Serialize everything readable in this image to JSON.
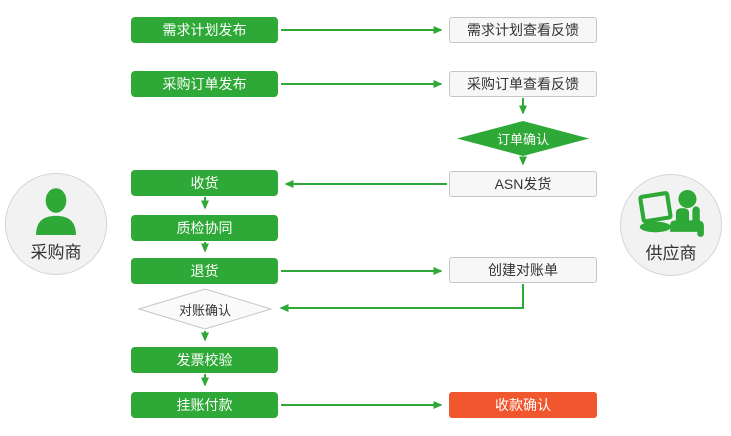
{
  "colors": {
    "green": "#2EA836",
    "red": "#F1572F",
    "box-bg": "#F7F7F7",
    "box-border": "#C6C6C6",
    "text-dark": "#333333",
    "circle-bg": "#F2F2F2",
    "circle-border": "#D5D5D5"
  },
  "actors": {
    "buyer": {
      "label": "采购商"
    },
    "supplier": {
      "label": "供应商"
    }
  },
  "nodes": {
    "demand_plan_publish": {
      "label": "需求计划发布"
    },
    "demand_plan_feedback": {
      "label": "需求计划查看反馈"
    },
    "po_publish": {
      "label": "采购订单发布"
    },
    "po_feedback": {
      "label": "采购订单查看反馈"
    },
    "order_confirm": {
      "label": "订单确认"
    },
    "asn_ship": {
      "label": "ASN发货"
    },
    "receive": {
      "label": "收货"
    },
    "quality_collab": {
      "label": "质检协同"
    },
    "return_goods": {
      "label": "退货"
    },
    "create_statement": {
      "label": "创建对账单"
    },
    "statement_confirm": {
      "label": "对账确认"
    },
    "invoice_verify": {
      "label": "发票校验"
    },
    "book_payment": {
      "label": "挂账付款"
    },
    "payment_confirm": {
      "label": "收款确认"
    }
  }
}
